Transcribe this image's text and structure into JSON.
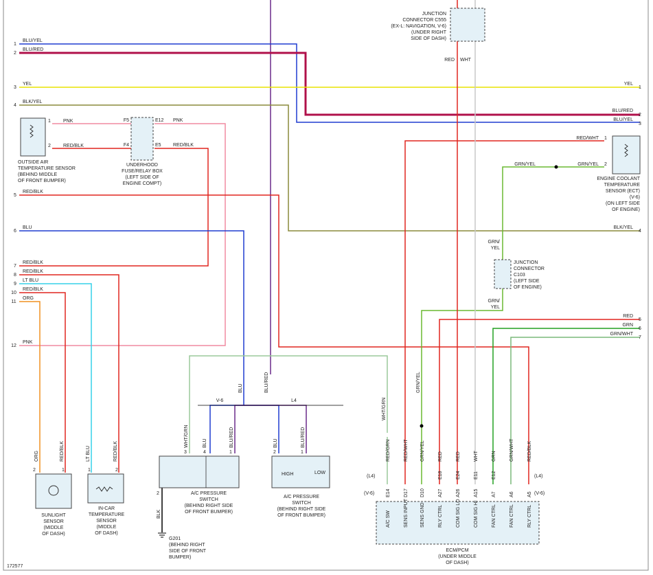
{
  "colors": {
    "blu": "#1f3bd0",
    "red": "#e0251f",
    "pnk": "#f08aa0",
    "yel": "#e8e400",
    "blkyel": "#8a8a3a",
    "ltblu": "#35d0e8",
    "org": "#f09020",
    "grn": "#22a020",
    "grnyel": "#6ab830",
    "grnwht": "#7ab87a",
    "purple": "#6a2a8a",
    "maroon": "#b0104a",
    "wht": "#c8c8c8",
    "blk": "#000000",
    "whtgrn": "#9ac99a"
  },
  "wires": {
    "blu_yel": "BLU/YEL",
    "blu_red": "BLU/RED",
    "yel": "YEL",
    "blk_yel": "BLK/YEL",
    "pnk": "PNK",
    "red_blk": "RED/BLK",
    "blu": "BLU",
    "lt_blu": "LT BLU",
    "org": "ORG",
    "red_wht": "RED/WHT",
    "grn_yel": "GRN/YEL",
    "grn_yel_split_top": "GRN/",
    "grn_yel_split_bot": "YEL",
    "red": "RED",
    "grn": "GRN",
    "grn_wht": "GRN/WHT",
    "wht": "WHT",
    "wht_grn": "WHT/GRN",
    "blk": "BLK"
  },
  "left_pins": [
    "1",
    "2",
    "3",
    "4",
    "5",
    "6",
    "7",
    "8",
    "9",
    "10",
    "11",
    "12"
  ],
  "right_pins": [
    "2",
    "3",
    "1",
    "4",
    "5",
    "6",
    "7"
  ],
  "components": {
    "c555": [
      "JUNCTION",
      "CONNECTOR C555",
      "(EX-L: NAVIGATION, V-6)",
      "(UNDER RIGHT",
      "SIDE OF DASH)"
    ],
    "oat": [
      "OUTSIDE AIR",
      "TEMPERATURE SENSOR",
      "(BEHIND MIDDLE",
      "OF FRONT BUMPER)"
    ],
    "fuse_box": [
      "UNDERHOOD",
      "FUSE/RELAY BOX",
      "(LEFT SIDE OF",
      "ENGINE COMPT)"
    ],
    "ect": [
      "ENGINE COOLANT",
      "TEMPERATURE",
      "SENSOR (ECT)",
      "(V-6)",
      "(ON LEFT SIDE",
      "OF ENGINE)"
    ],
    "c103": [
      "JUNCTION",
      "CONNECTOR",
      "C103",
      "(LEFT SIDE",
      "OF ENGINE)"
    ],
    "sunlight": [
      "SUNLIGHT",
      "SENSOR",
      "(MIDDLE",
      "OF DASH)"
    ],
    "incar": [
      "IN-CAR",
      "TEMPERATURE",
      "SENSOR",
      "(MIDDLE",
      "OF DASH)"
    ],
    "ac_v6": [
      "A/C PRESSURE",
      "SWITCH",
      "(BEHIND RIGHT SIDE",
      "OF FRONT BUMPER)"
    ],
    "ac_l4": [
      "A/C PRESSURE",
      "SWITCH",
      "(BEHIND RIGHT SIDE",
      "OF FRONT BUMPER)"
    ],
    "ecm": [
      "ECM/PCM",
      "(UNDER MIDDLE",
      "OF DASH)"
    ],
    "g201": [
      "G201",
      "(BEHIND RIGHT",
      "SIDE OF FRONT",
      "BUMPER)"
    ]
  },
  "pins": {
    "oat_1": "1",
    "oat_2": "2",
    "f5": "F5",
    "f4": "F4",
    "e12": "E12",
    "e5": "E5",
    "ect_1": "1",
    "ect_2": "2",
    "sun_2": "2",
    "sun_1": "1",
    "incar_1": "1",
    "incar_2": "2",
    "ac6_3": "3",
    "ac6_4": "4",
    "ac6_1": "1",
    "ac6_2": "2",
    "l4_2": "2",
    "l4_1": "1"
  },
  "switch": {
    "high": "HIGH",
    "low": "LOW"
  },
  "split": {
    "v6": "V-6",
    "l4": "L4"
  },
  "ecm_pins": [
    {
      "pin": "E14",
      "wire": "RED/GRN",
      "func": "A/C SW"
    },
    {
      "pin": "D17",
      "wire": "RED/WHT",
      "func": "SENS INPUT"
    },
    {
      "pin": "D10",
      "wire": "GRN/YEL",
      "func": "SENS GND"
    },
    {
      "pin": "A27",
      "wire": "RED",
      "func": "RLY CTRL",
      "pin2": "E18"
    },
    {
      "pin": "A26",
      "wire": "RED",
      "func": "COM SIG LO",
      "pin2": "E24"
    },
    {
      "pin": "A15",
      "wire": "WHT",
      "func": "COM SIG HI",
      "pin2": "E11"
    },
    {
      "pin": "A7",
      "wire": "GRN",
      "func": "FAN CTRL",
      "pin2": "E12"
    },
    {
      "pin": "A6",
      "wire": "GRN/WHT",
      "func": "FAN CTRL"
    },
    {
      "pin": "A5",
      "wire": "RED/BLK",
      "func": "RLY CTRL"
    }
  ],
  "ecm_marks": {
    "l4_a": "(L4)",
    "v6_a": "(V-6)",
    "l4_b": "(L4)",
    "v6_b": "(V-6)"
  },
  "figure_id": "172577"
}
